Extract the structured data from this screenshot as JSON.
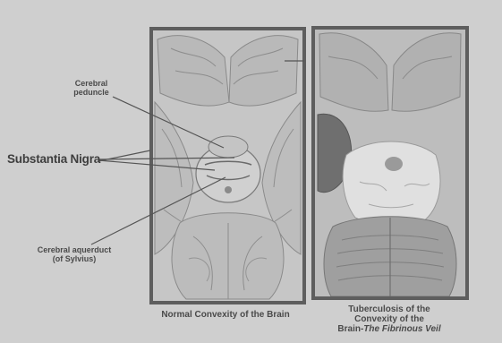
{
  "labels": {
    "peduncle_line1": "Cerebral",
    "peduncle_line2": "peduncle",
    "substantia_nigra": "Substantia Nigra",
    "aqueduct_line1": "Cerebral aquerduct",
    "aqueduct_line2": "(of Sylvius)"
  },
  "captions": {
    "left": "Normal Convexity of the Brain",
    "right_line1": "Tuberculosis of the",
    "right_line2": "Convexity of the",
    "right_line3_prefix": "Brain-",
    "right_line3_italic": "The Fibrinous Veil"
  },
  "colors": {
    "background": "#cfcfcf",
    "frame": "#5e5e5e",
    "text": "#4a4a4a",
    "pointer_lines": "#555555"
  }
}
